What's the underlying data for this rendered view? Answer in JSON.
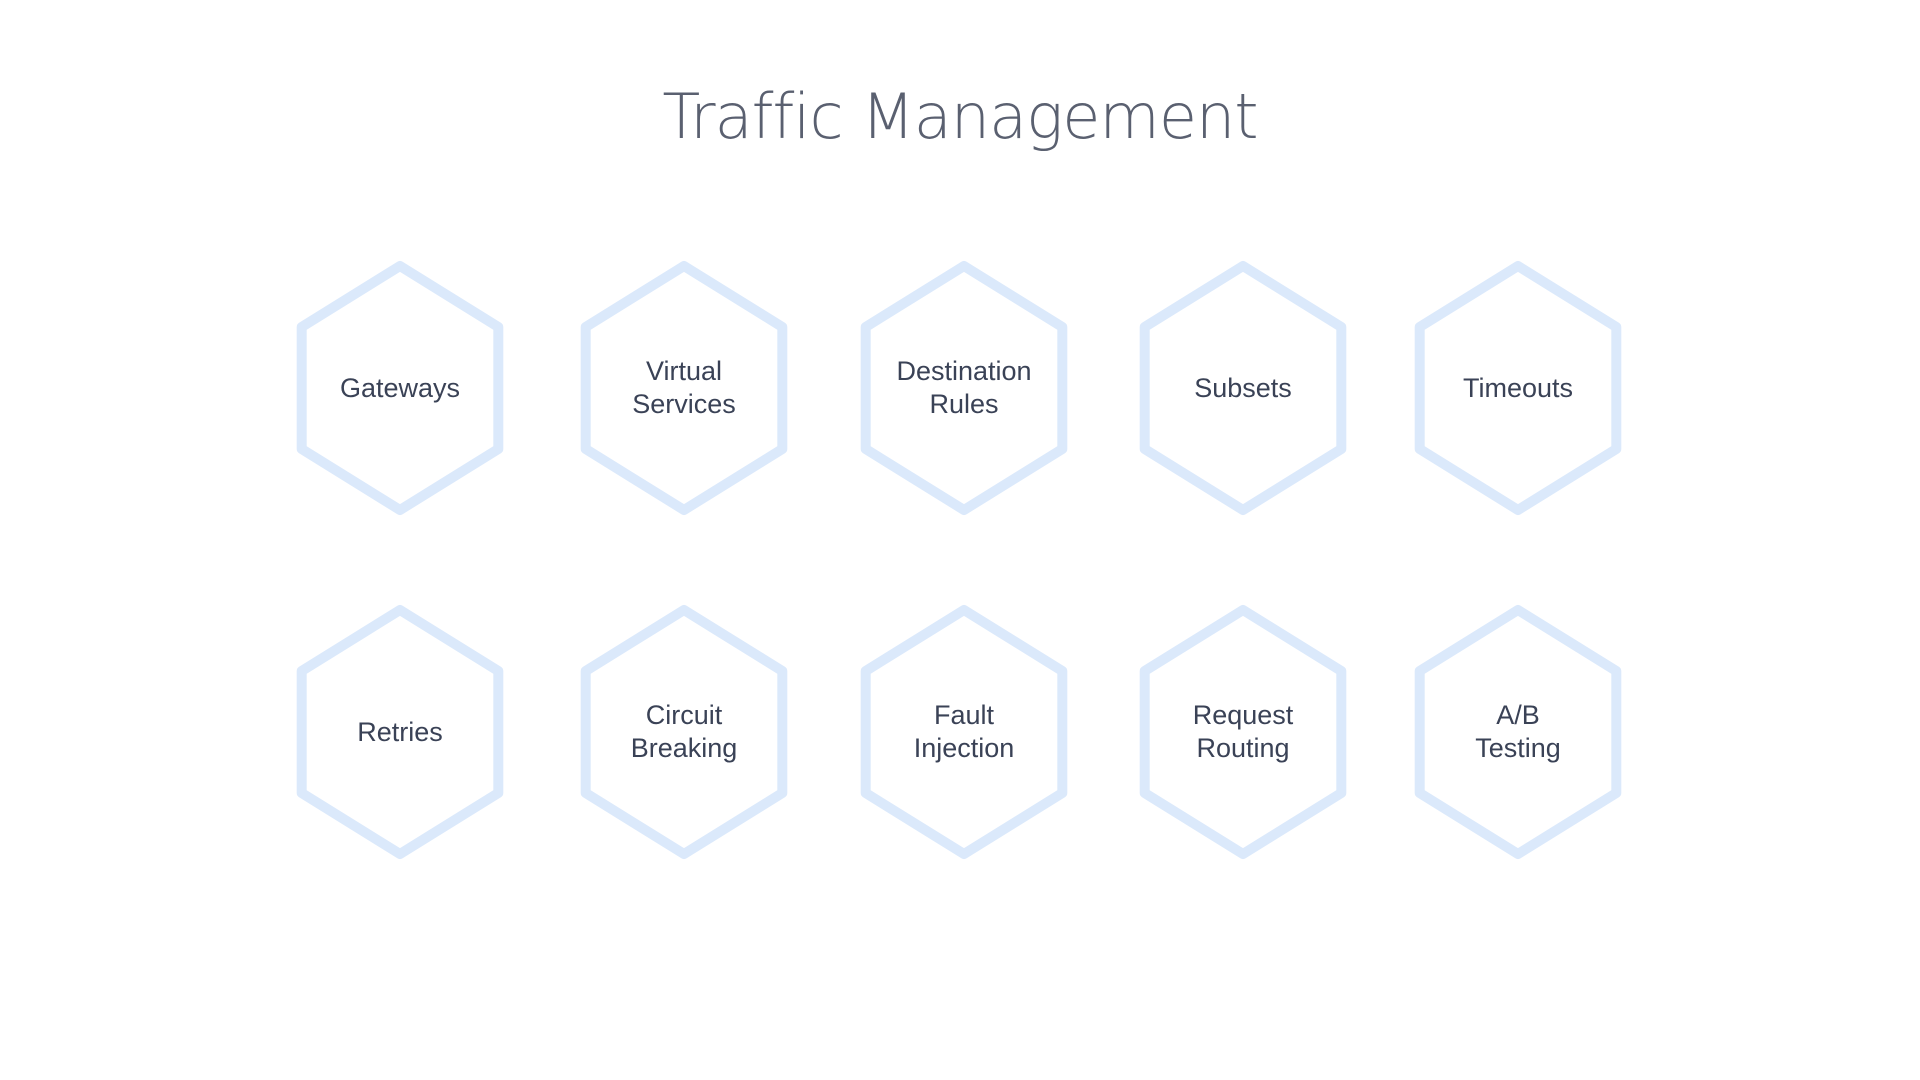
{
  "title": "Traffic Management",
  "colors": {
    "hex_stroke": "#dbe9fb",
    "text": "#3a4256",
    "title": "#5a6070"
  },
  "items": [
    {
      "label": "Gateways"
    },
    {
      "label": "Virtual\nServices"
    },
    {
      "label": "Destination\nRules"
    },
    {
      "label": "Subsets"
    },
    {
      "label": "Timeouts"
    },
    {
      "label": "Retries"
    },
    {
      "label": "Circuit\nBreaking"
    },
    {
      "label": "Fault\nInjection"
    },
    {
      "label": "Request\nRouting"
    },
    {
      "label": "A/B\nTesting"
    }
  ]
}
